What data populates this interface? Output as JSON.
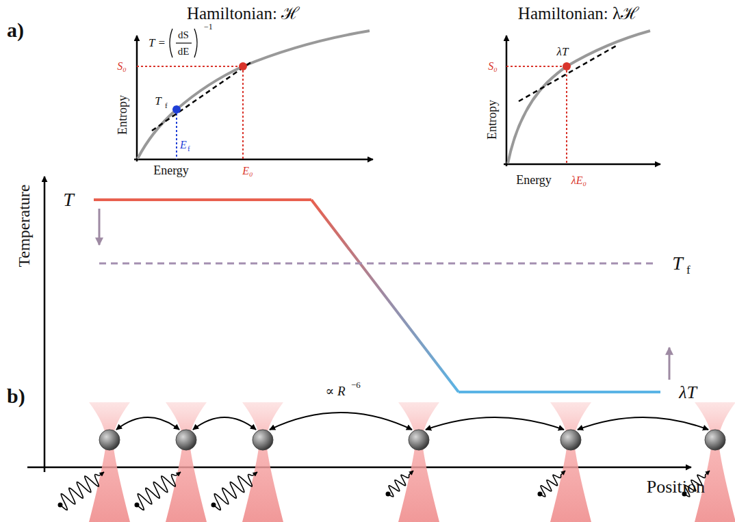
{
  "diagram": {
    "labels": [
      "a)",
      "Hamiltonian: ℋ",
      "T =",
      "dS",
      "dE",
      "−1",
      "S₀",
      "T",
      "f",
      "E",
      "f",
      "Entropy",
      "Energy",
      "E₀",
      "Hamiltonian: λℋ",
      "λT",
      "S₀",
      "Entropy",
      "Energy",
      "λE₀",
      "Temperature",
      "T",
      "T",
      "f",
      "λT",
      "Position",
      "b)",
      "∝ R",
      "−6"
    ]
  }
}
